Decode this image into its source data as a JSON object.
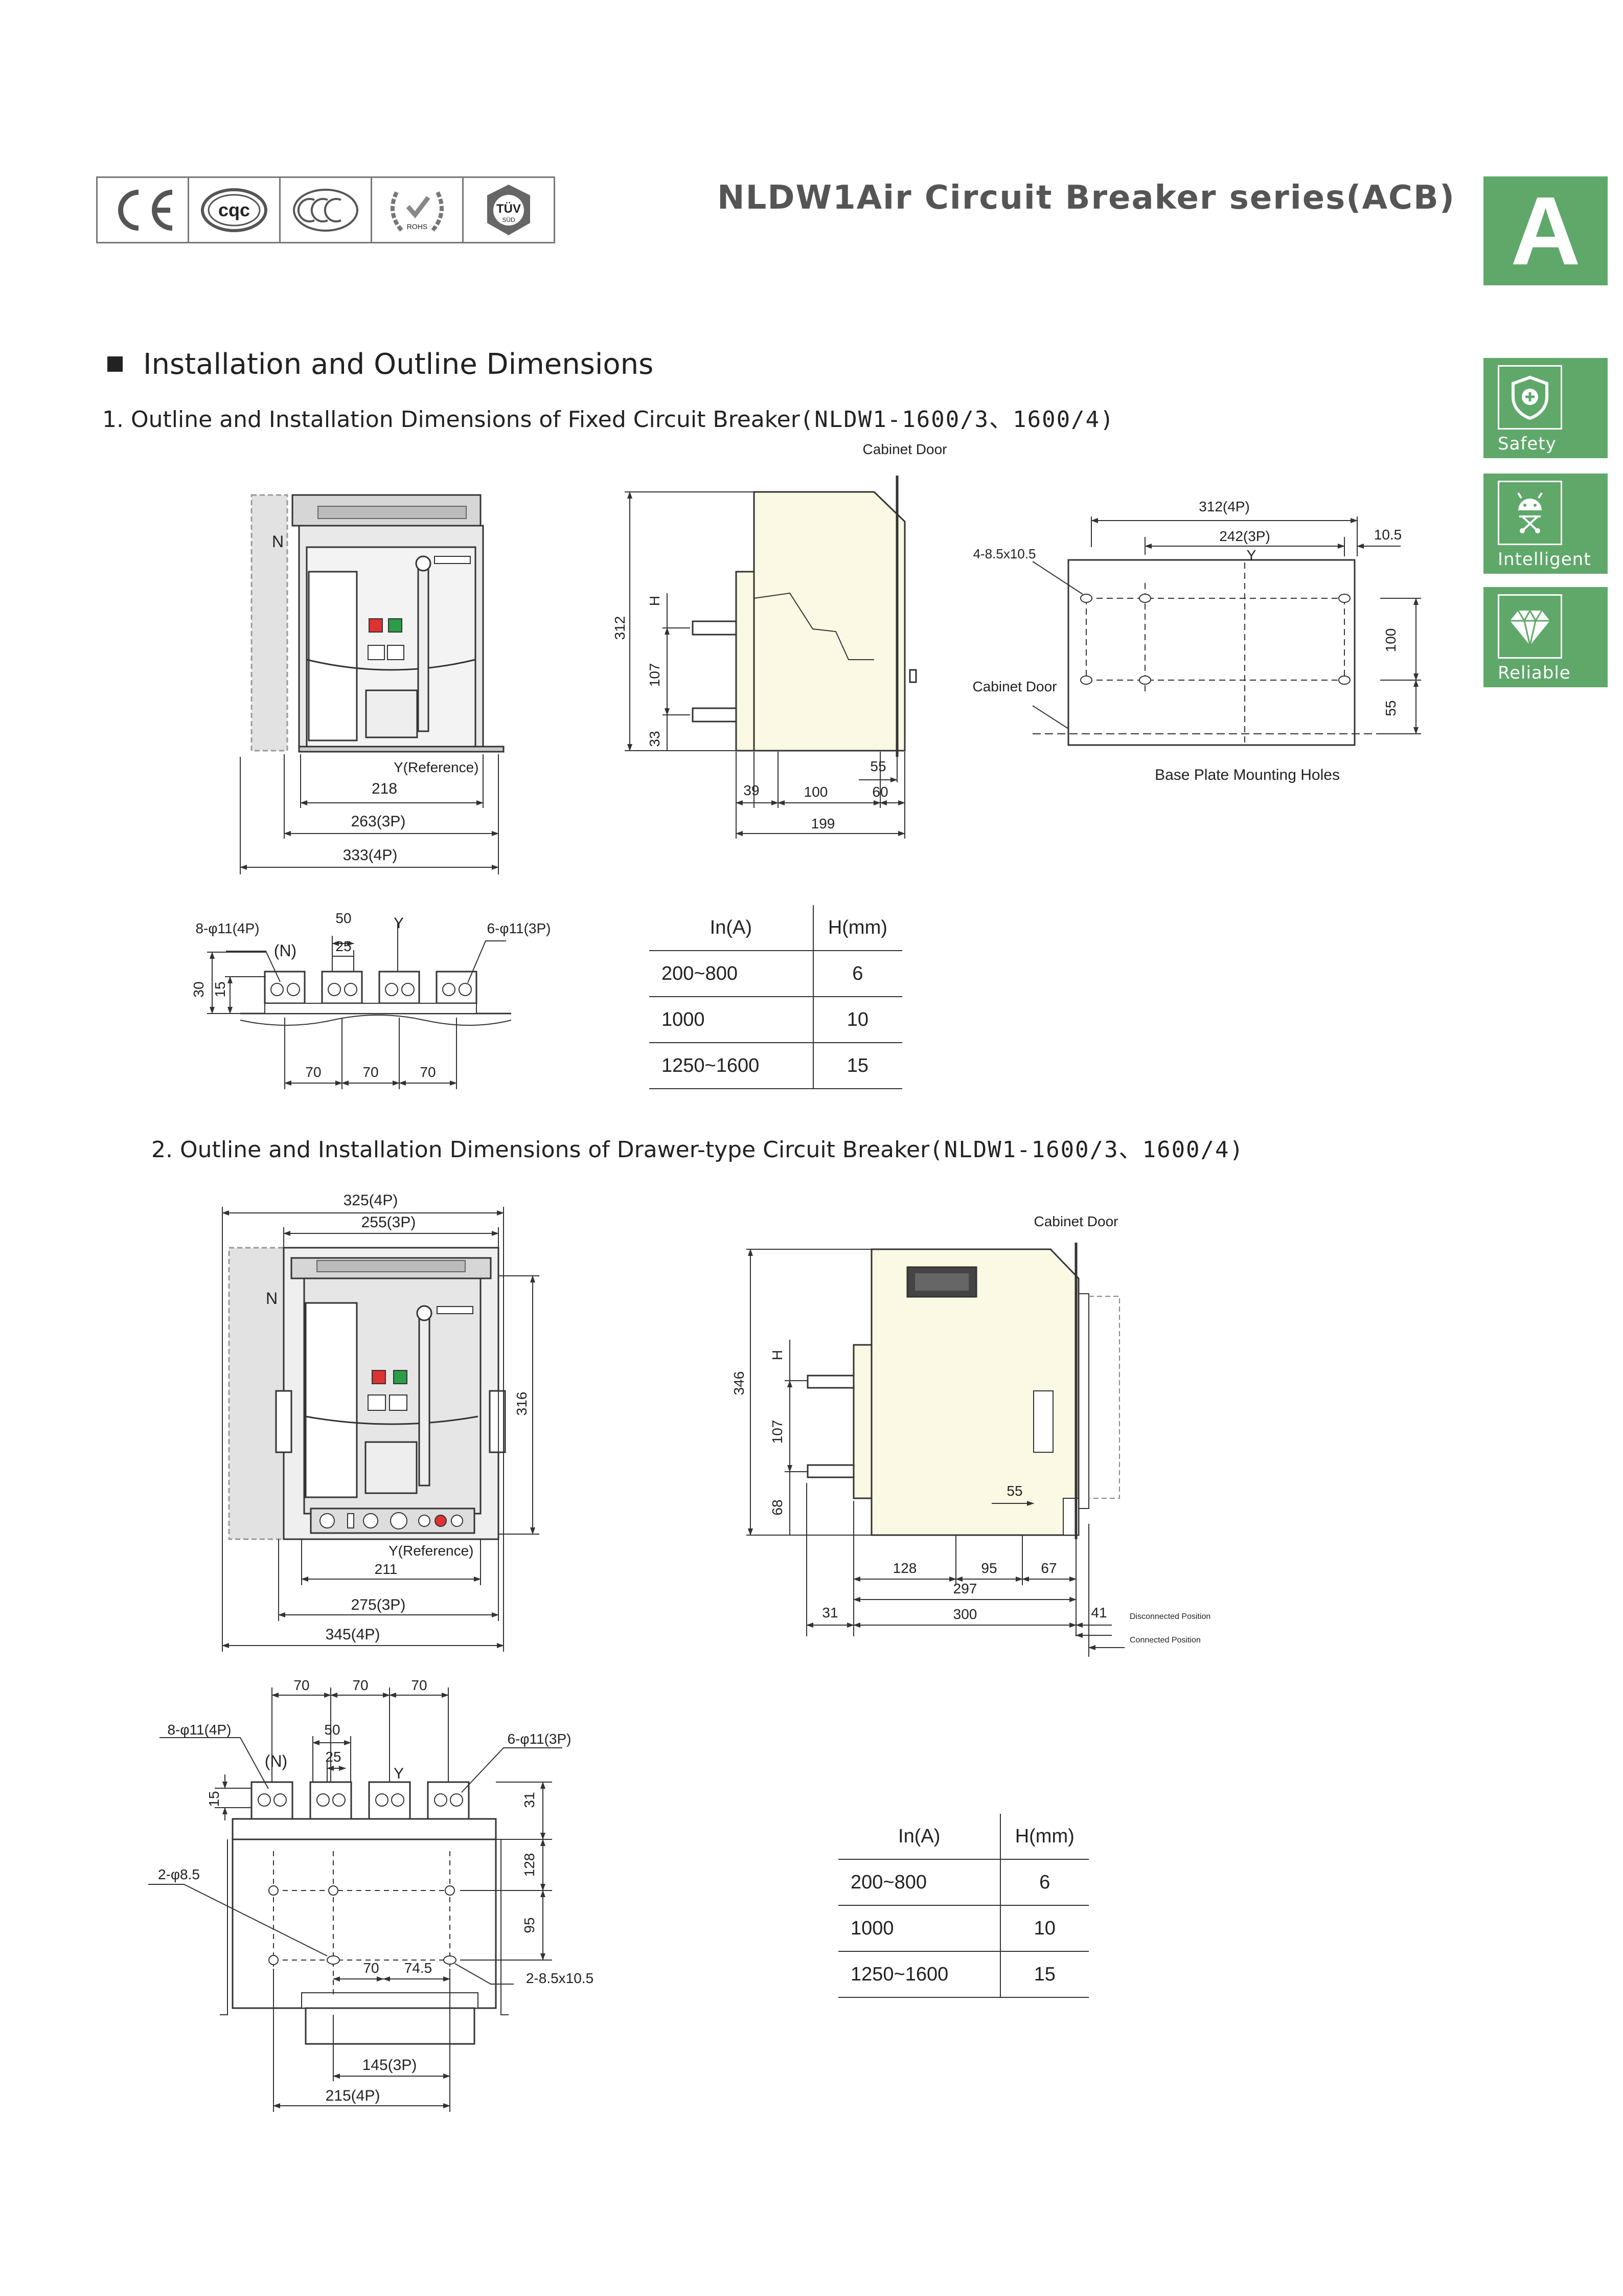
{
  "header": {
    "title": "NLDW1Air Circuit Breaker series(ACB)",
    "section_letter": "A",
    "certifications": [
      "CE-mark-icon",
      "cqc-icon",
      "ccc-icon",
      "rohs-icon",
      "tuv-icon"
    ],
    "cert_text": {
      "rohs": "ROHS",
      "tuv": "TÜV",
      "tuv_sub": "SÜD"
    }
  },
  "side_tabs": [
    {
      "label": "Safety",
      "icon": "shield-plus-icon"
    },
    {
      "label": "Intelligent",
      "icon": "circuit-android-icon"
    },
    {
      "label": "Reliable",
      "icon": "diamond-icon"
    }
  ],
  "colors": {
    "accent_green": "#5fa86a",
    "cream": "#fbf8e3",
    "panel_grey": "#d9d9d9"
  },
  "section": {
    "heading": "Installation and Outline Dimensions"
  },
  "fixed": {
    "heading": "1. Outline and Installation Dimensions of Fixed Circuit Breaker",
    "model": "(NLDW1-1600/3、1600/4)",
    "front": {
      "n": "N",
      "ref": "Y(Reference)",
      "w1": "218",
      "w2": "263(3P)",
      "w3": "333(4P)"
    },
    "side": {
      "door": "Cabinet Door",
      "h": "312",
      "hH": "H",
      "h107": "107",
      "h33": "33",
      "d39": "39",
      "d100": "100",
      "d55": "55",
      "d60": "60",
      "d199": "199"
    },
    "base": {
      "w4p": "312(4P)",
      "w3p": "242(3P)",
      "y": "Y",
      "off": "10.5",
      "holes": "4-8.5x10.5",
      "h100": "100",
      "h55": "55",
      "door": "Cabinet Door",
      "caption": "Base Plate Mounting Holes"
    },
    "terminal": {
      "holes4p": "8-φ11(4P)",
      "holes3p": "6-φ11(3P)",
      "n": "(N)",
      "y": "Y",
      "d50": "50",
      "d25": "25",
      "h30": "30",
      "h15": "15",
      "p70a": "70",
      "p70b": "70",
      "p70c": "70"
    },
    "table": {
      "headers": [
        "In(A)",
        "H(mm)"
      ],
      "rows": [
        [
          "200~800",
          "6"
        ],
        [
          "1000",
          "10"
        ],
        [
          "1250~1600",
          "15"
        ]
      ]
    }
  },
  "drawer": {
    "heading": "2. Outline and Installation Dimensions of Drawer-type Circuit Breaker",
    "model": "(NLDW1-1600/3、1600/4)",
    "front": {
      "n": "N",
      "w4p": "325(4P)",
      "w3p": "255(3P)",
      "h316": "316",
      "ref": "Y(Reference)",
      "w211": "211",
      "b3p": "275(3P)",
      "b4p": "345(4P)"
    },
    "side": {
      "door": "Cabinet Door",
      "h346": "346",
      "hH": "H",
      "h107": "107",
      "h68": "68",
      "d55": "55",
      "d128": "128",
      "d95": "95",
      "d67": "67",
      "d297": "297",
      "d300": "300",
      "d31": "31",
      "d41": "41",
      "disc": "Disconnected Position",
      "conn": "Connected Position"
    },
    "terminal": {
      "p70a": "70",
      "p70b": "70",
      "p70c": "70",
      "holes4p": "8-φ11(4P)",
      "holes3p": "6-φ11(3P)",
      "n": "(N)",
      "y": "Y",
      "d50": "50",
      "d25": "25",
      "h15": "15",
      "h31": "31",
      "h128": "128",
      "h95": "95",
      "holes85": "2-φ8.5",
      "slots": "2-8.5x10.5",
      "d70": "70",
      "d745": "74.5",
      "w3p": "145(3P)",
      "w4p": "215(4P)"
    },
    "table": {
      "headers": [
        "In(A)",
        "H(mm)"
      ],
      "rows": [
        [
          "200~800",
          "6"
        ],
        [
          "1000",
          "10"
        ],
        [
          "1250~1600",
          "15"
        ]
      ]
    }
  }
}
